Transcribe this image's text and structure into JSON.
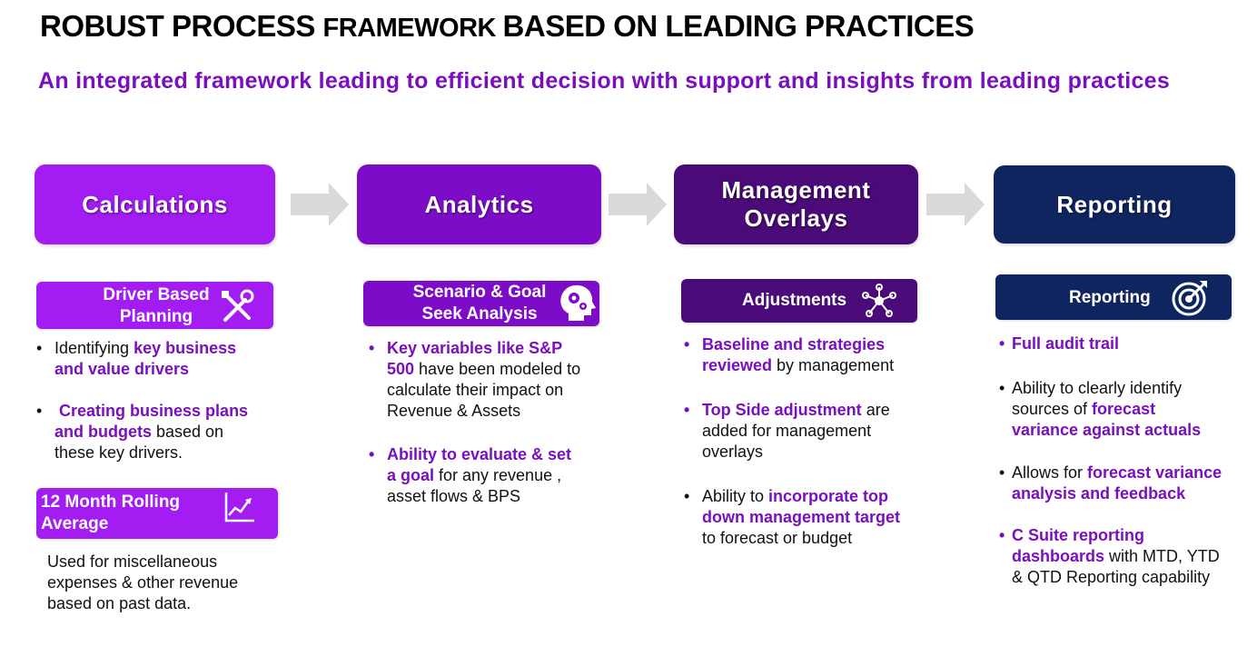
{
  "title": {
    "part1": "ROBUST PROCESS ",
    "part2": "FRAMEWORK ",
    "part3": "BASED ON LEADING PRACTICES"
  },
  "subtitle": "An integrated framework leading to efficient decision with support and insights from leading practices",
  "colors": {
    "calc": "#a31cf2",
    "analytics": "#7d0cc8",
    "management": "#4a0a78",
    "reporting": "#0f2560",
    "arrow": "#d9d9d9",
    "highlight": "#7a0fc0"
  },
  "phases": [
    {
      "line1": "Calculations",
      "line2": ""
    },
    {
      "line1": "Analytics",
      "line2": ""
    },
    {
      "line1": "Management",
      "line2": "Overlays"
    },
    {
      "line1": "Reporting",
      "line2": ""
    }
  ],
  "subs": {
    "driver": {
      "line1": "Driver Based",
      "line2": "Planning",
      "icon": "tools-icon"
    },
    "rolling": {
      "line1": "12 Month Rolling",
      "line2": "Average",
      "icon": "line-chart-icon"
    },
    "scenario": {
      "line1": "Scenario & Goal",
      "line2": "Seek Analysis",
      "icon": "head-gears-icon"
    },
    "adjust": {
      "label": "Adjustments",
      "icon": "network-icon"
    },
    "report": {
      "label": "Reporting",
      "icon": "target-icon"
    }
  },
  "calc": {
    "b1": {
      "a": "Identifying ",
      "b": "key business",
      "c": "and value drivers"
    },
    "b2": {
      "a": "Creating business plans",
      "b": "and budgets",
      "c": " based on",
      "d": "these key drivers."
    },
    "rolling_text": {
      "l1": "Used for miscellaneous",
      "l2": "expenses  & other revenue",
      "l3": "based on past data."
    }
  },
  "analytics": {
    "b1": {
      "a": "Key variables like S&P",
      "b": "500",
      "c": " have been modeled to",
      "d": "calculate their  impact on",
      "e": "Revenue & Assets"
    },
    "b2": {
      "a": "Ability to evaluate & set",
      "b": "a goal",
      "c": " for any revenue ,",
      "d": "asset flows & BPS"
    }
  },
  "management": {
    "b1": {
      "a": "Baseline and strategies",
      "b": "reviewed",
      "c": " by management"
    },
    "b2": {
      "a": "Top Side adjustment",
      "b": " are",
      "c": "added for management",
      "d": "overlays"
    },
    "b3": {
      "a": "Ability to ",
      "b": "incorporate top",
      "c": "down management target",
      "d": "to forecast or budget"
    }
  },
  "reporting": {
    "b1": "Full audit trail",
    "b2": {
      "a": "Ability to clearly identify",
      "b": "sources of ",
      "c": "forecast",
      "d": "variance against actuals"
    },
    "b3": {
      "a": "Allows for ",
      "b": "forecast variance",
      "c": "analysis and feedback"
    },
    "b4": {
      "a": "C Suite reporting",
      "b": "dashboards",
      "c": " with MTD, YTD",
      "d": "& QTD  Reporting capability"
    }
  },
  "bullets": {
    "dot": "•"
  }
}
